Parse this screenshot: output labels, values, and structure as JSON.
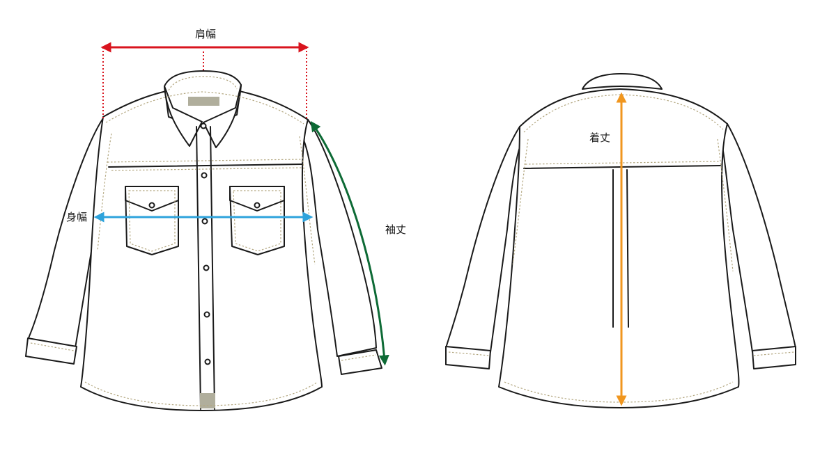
{
  "labels": {
    "shoulder_width": "肩幅",
    "body_width": "身幅",
    "sleeve_length": "袖丈",
    "body_length": "着丈"
  },
  "colors": {
    "shoulder_width": "#d9141e",
    "body_width": "#2ea3dc",
    "sleeve_length": "#0d6a35",
    "body_length": "#f0961e",
    "stitch": "#b3a780",
    "tag": "#b0ae9c",
    "outline": "#1a1a1a"
  }
}
